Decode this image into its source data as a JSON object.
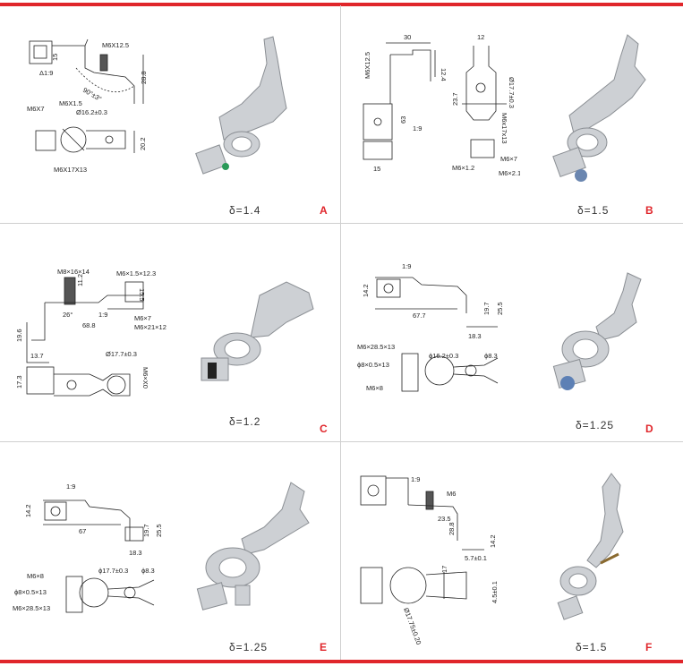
{
  "colors": {
    "accent": "#e0262b",
    "line": "#222222",
    "metal": "#c9ccd0"
  },
  "panels": [
    {
      "letter": "A",
      "thickness": "δ=1.4",
      "labels": [
        "M6X12.5",
        "15",
        "Δ1:9",
        "90°±3°",
        "28.8",
        "M6X7",
        "M6X1.5",
        "Ø16.2±0.3",
        "20.2",
        "M6X17X13"
      ]
    },
    {
      "letter": "B",
      "thickness": "δ=1.5",
      "labels": [
        "30",
        "M6X12.5",
        "12.4",
        "63",
        "1:9",
        "15",
        "12",
        "Ø17.7±0.3",
        "23.7",
        "M6x17x13",
        "M6×7",
        "M6×1.2",
        "M6×2.1"
      ]
    },
    {
      "letter": "C",
      "thickness": "δ=1.2",
      "labels": [
        "M8×16×14",
        "11.2",
        "M6×1.5×12.3",
        "15.5",
        "26°",
        "1:9",
        "68.8",
        "M6×7",
        "M6×21×12",
        "19.6",
        "13.7",
        "Ø17.7±0.3",
        "17.3",
        "M6×X0"
      ]
    },
    {
      "letter": "D",
      "thickness": "δ=1.25",
      "labels": [
        "1:9",
        "14.2",
        "67.7",
        "19.7",
        "25.5",
        "18.3",
        "M6×28.5×13",
        "ϕ16.2±0.3",
        "ϕ8.3",
        "ϕ8×0.5×13",
        "M6×8"
      ]
    },
    {
      "letter": "E",
      "thickness": "δ=1.25",
      "labels": [
        "1:9",
        "14.2",
        "67",
        "19.7",
        "25.5",
        "18.3",
        "ϕ17.7±0.3",
        "ϕ8.3",
        "M6×8",
        "ϕ8×0.5×13",
        "M6×28.5×13"
      ]
    },
    {
      "letter": "F",
      "thickness": "δ=1.5",
      "labels": [
        "1:9",
        "M6",
        "23.5",
        "28.8",
        "14.2",
        "5.7±0.1",
        "17",
        "4.5±0.1",
        "Ø17.75±0.20"
      ]
    }
  ]
}
